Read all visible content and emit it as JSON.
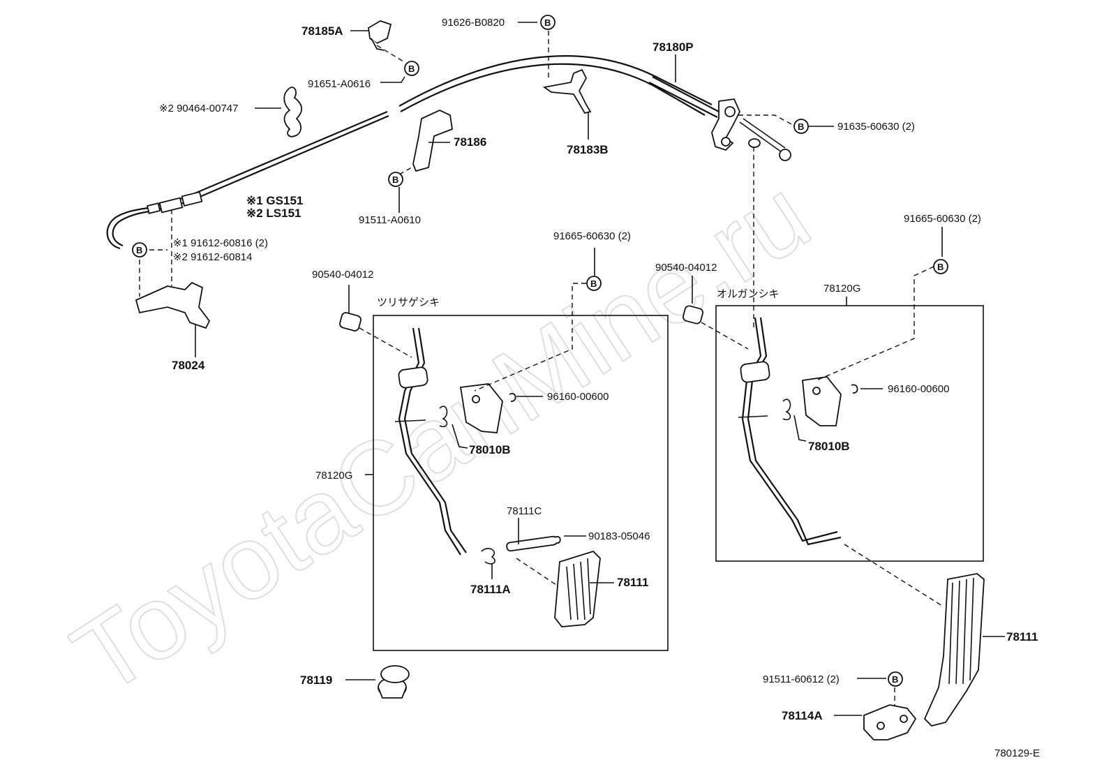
{
  "watermark": "ToyotaCanMine.ru",
  "b_marker": "B",
  "labels": {
    "p78185A": "78185A",
    "p91626_B0820": "91626-B0820",
    "p78180P": "78180P",
    "p91651_A0616": "91651-A0616",
    "p90464_00747": "※2 90464-00747",
    "p91635_60630": "91635-60630 (2)",
    "p78186": "78186",
    "p78183B": "78183B",
    "gs151": "※1 GS151",
    "ls151": "※2 LS151",
    "p91511_A0610": "91511-A0610",
    "p91665_60630": "91665-60630 (2)",
    "p91612_60816": "※1 91612-60816 (2)",
    "p91612_60814": "※2 91612-60814",
    "p90540_04012": "90540-04012",
    "tsurisage": "ツリサゲシキ",
    "organ": "オルガンシキ",
    "p78120G": "78120G",
    "p78024": "78024",
    "p96160_00600": "96160-00600",
    "p78010B": "78010B",
    "p78111C": "78111C",
    "p90183_05046": "90183-05046",
    "p78111": "78111",
    "p78111A": "78111A",
    "p78119": "78119",
    "p91511_60612": "91511-60612 (2)",
    "p78114A": "78114A",
    "diagram_id": "780129-E"
  }
}
